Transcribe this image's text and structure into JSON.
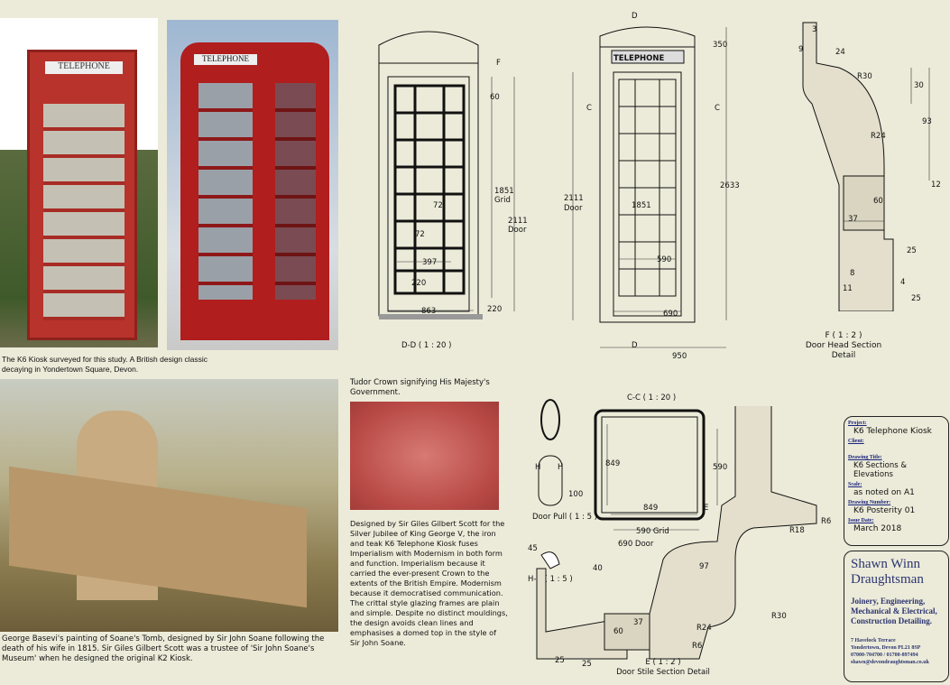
{
  "photos": {
    "kiosk_caption": "The K6 Kiosk surveyed for this study.  A British design classic decaying in Yondertown Square, Devon.",
    "kiosk_sign": "TELEPHONE",
    "render_sign": "TELEPHONE",
    "painting_caption": "George Basevi's painting of Soane's Tomb, designed by Sir John Soane following the death of his wife in 1815.  Sir Giles Gilbert Scott was a trustee of 'Sir John Soane's Museum' when he designed the original K2 Kiosk.",
    "crown_caption": "Tudor Crown signifying His Majesty's Government.",
    "description": "Designed by Sir Giles Gilbert Scott for the Silver Jubilee of King George V, the iron and teak K6 Telephone Kiosk fuses Imperialism with Modernism in both form and function. Imperialism because it carried the ever-present Crown to the extents of the British Empire.  Modernism because it democratised communication.  The crittal style glazing frames are plain and simple. Despite no distinct mouldings, the design avoids clean lines and emphasises a domed top in the style of Sir John Soane."
  },
  "dd": {
    "label": "D-D ( 1 : 20 )",
    "dims": [
      "60",
      "72",
      "72",
      "397",
      "220",
      "863",
      "220",
      "1851",
      "Grid",
      "2111",
      "Door",
      "F"
    ]
  },
  "elev": {
    "sign": "TELEPHONE",
    "dims": [
      "350",
      "2111",
      "Door",
      "1851",
      "590",
      "690",
      "950",
      "2633",
      "C",
      "C",
      "D",
      "D"
    ]
  },
  "f": {
    "label": "F ( 1 : 2 )",
    "sub": "Door Head Section Detail",
    "dims": [
      "3",
      "9",
      "24",
      "R30",
      "30",
      "93",
      "R24",
      "12",
      "60",
      "37",
      "25",
      "8",
      "11",
      "4",
      "25"
    ]
  },
  "cc": {
    "label": "C-C ( 1 : 20 )",
    "dims": [
      "849",
      "590",
      "849",
      "590 Grid",
      "690 Door",
      "E"
    ]
  },
  "pull": {
    "label": "Door Pull ( 1 : 5 )",
    "dims": [
      "100",
      "H",
      "H"
    ]
  },
  "hh": {
    "label": "H-H ( 1 : 5 )",
    "dims": [
      "45",
      "40"
    ]
  },
  "e": {
    "label": "E ( 1 : 2 )",
    "sub": "Door Stile Section Detail",
    "dims": [
      "R6",
      "R18",
      "97",
      "R30",
      "R24",
      "37",
      "60",
      "R6",
      "25",
      "25"
    ]
  },
  "title_block": {
    "project_label": "Project:",
    "project": "K6 Telephone Kiosk",
    "client_label": "Client:",
    "drawing_title_label": "Drawing Title:",
    "drawing_title": "K6 Sections & Elevations",
    "scale_label": "Scale:",
    "scale": "as noted on A1",
    "number_label": "Drawing Number:",
    "number": "K6 Posterity 01",
    "date_label": "Issue Date:",
    "date": "March 2018"
  },
  "firm": {
    "name1": "Shawn Winn",
    "name2": "Draughtsman",
    "services": "Joinery, Engineering, Mechanical & Electrical, Construction Detailing.",
    "addr1": "7 Havelock Terrace",
    "addr2": "Yondertown, Devon PL21 8SP",
    "phone": "07000-704700 / 01700-897494",
    "email": "shawn@devondraughtsman.co.uk"
  }
}
